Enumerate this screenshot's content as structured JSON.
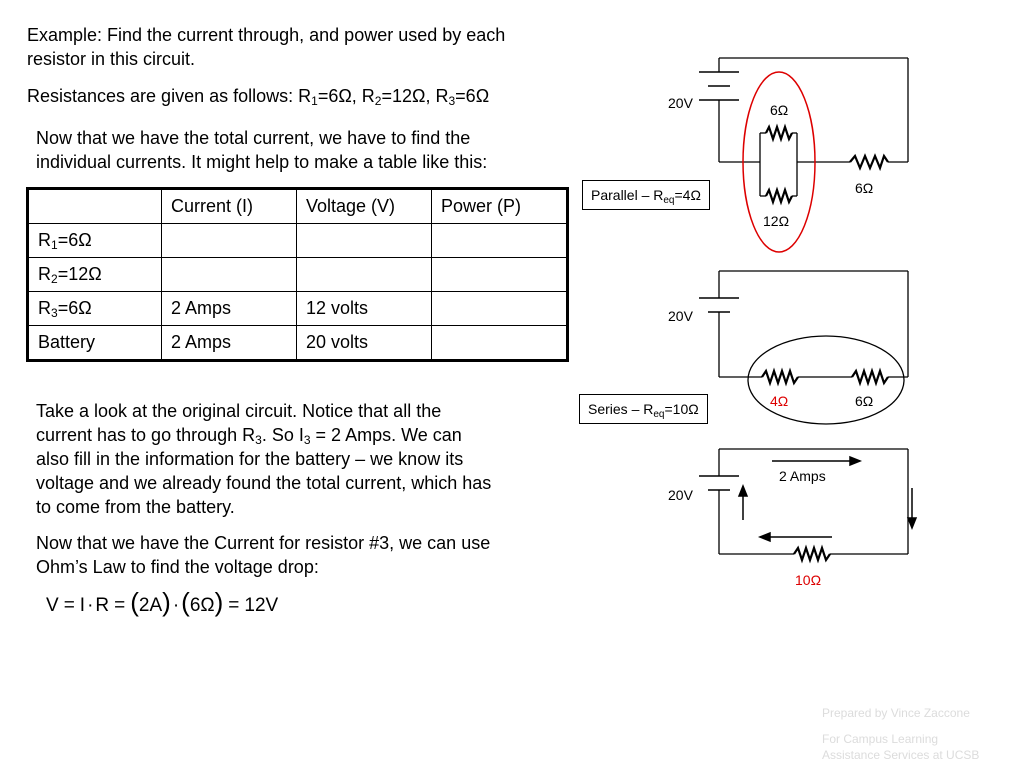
{
  "intro": {
    "line1": "Example:  Find the current through, and power used by each",
    "line2": "resistor in this circuit."
  },
  "resistances": {
    "prefix": "Resistances are given as follows:  R",
    "r1_sub": "1",
    "r1_val": "=6Ω, R",
    "r2_sub": "2",
    "r2_val": "=12Ω, R",
    "r3_sub": "3",
    "r3_val": "=6Ω"
  },
  "table_intro": {
    "line1": "Now that we have the total current, we have to find the",
    "line2": "individual currents.  It might help to make a table like this:"
  },
  "table": {
    "headers": [
      "",
      "Current (I)",
      "Voltage (V)",
      "Power (P)"
    ],
    "rows": [
      {
        "label": "R",
        "sub": "1",
        "suffix": "=6Ω",
        "current": "",
        "voltage": "",
        "power": ""
      },
      {
        "label": "R",
        "sub": "2",
        "suffix": "=12Ω",
        "current": "",
        "voltage": "",
        "power": ""
      },
      {
        "label": "R",
        "sub": "3",
        "suffix": "=6Ω",
        "current": "2 Amps",
        "voltage": "12 volts",
        "power": ""
      },
      {
        "label": "Battery",
        "sub": "",
        "suffix": "",
        "current": "2 Amps",
        "voltage": "20 volts",
        "power": ""
      }
    ]
  },
  "para1": {
    "line1": "Take a look at the original circuit.  Notice that all the",
    "line2_a": "current has to go through R",
    "line2_sub": "3",
    "line2_b": ".  So I",
    "line2_sub2": "3",
    "line2_c": " = 2 Amps.  We can",
    "line3": "also fill in the information for the battery – we know its",
    "line4": "voltage and we already found the total current, which has",
    "line5": "to come from the battery."
  },
  "para2": {
    "line1": "Now that we have the Current for resistor #3, we can use",
    "line2": "Ohm’s Law to find the voltage drop:"
  },
  "equation": {
    "v": "V",
    "eq1": "=",
    "i": "I",
    "dot": "·",
    "r": "R",
    "eq2": "=",
    "term1": "2A",
    "term2": "6Ω",
    "eq3": "=",
    "result": "12V"
  },
  "circuit1": {
    "voltage": "20V",
    "r1": "6Ω",
    "r2": "12Ω",
    "r3": "6Ω",
    "box_prefix": "Parallel – R",
    "box_sub": "eq",
    "box_suffix": "=4Ω"
  },
  "circuit2": {
    "voltage": "20V",
    "r_series_1": "4Ω",
    "r_series_2": "6Ω",
    "box_prefix": "Series – R",
    "box_sub": "eq",
    "box_suffix": "=10Ω"
  },
  "circuit3": {
    "voltage": "20V",
    "current": "2 Amps",
    "resistance": "10Ω"
  },
  "credits": {
    "line1": "Prepared by Vince Zaccone",
    "line2": "For Campus Learning",
    "line3": "Assistance Services at UCSB"
  },
  "colors": {
    "highlight": "#dd0000",
    "credit": "#dcdcdc"
  }
}
